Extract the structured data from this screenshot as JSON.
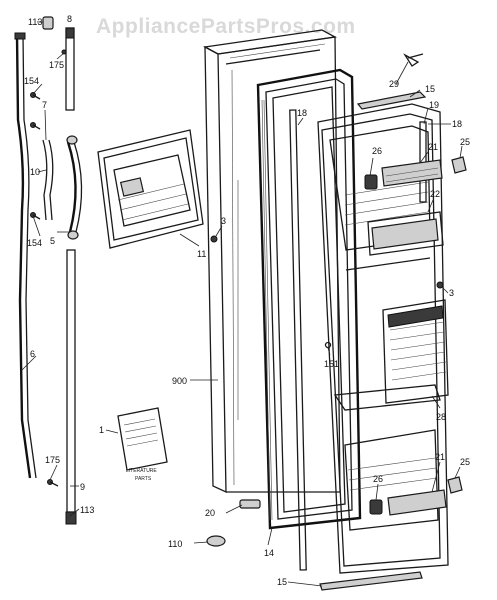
{
  "watermark": "AppliancePartsPros.com",
  "literature_box": {
    "line1": "LITERATURE",
    "line2": "PARTS"
  },
  "labels": {
    "l113_top": "113",
    "l8": "8",
    "l175_top": "175",
    "l154_top": "154",
    "l7": "7",
    "l10": "10",
    "l154_bot": "154",
    "l5": "5",
    "l6": "6",
    "l175_bot": "175",
    "l9": "9",
    "l113_bot": "113",
    "l11": "11",
    "l3_left": "3",
    "l900": "900",
    "l1": "1",
    "l20": "20",
    "l110": "110",
    "l14": "14",
    "l18_left": "18",
    "l151": "151",
    "l29": "29",
    "l15_top": "15",
    "l19": "19",
    "l18_right": "18",
    "l26_top": "26",
    "l21_top": "21",
    "l25_top": "25",
    "l22": "22",
    "l3_right": "3",
    "l28": "28",
    "l21_bot": "21",
    "l25_bot": "25",
    "l26_bot": "26",
    "l15_bot": "15"
  }
}
